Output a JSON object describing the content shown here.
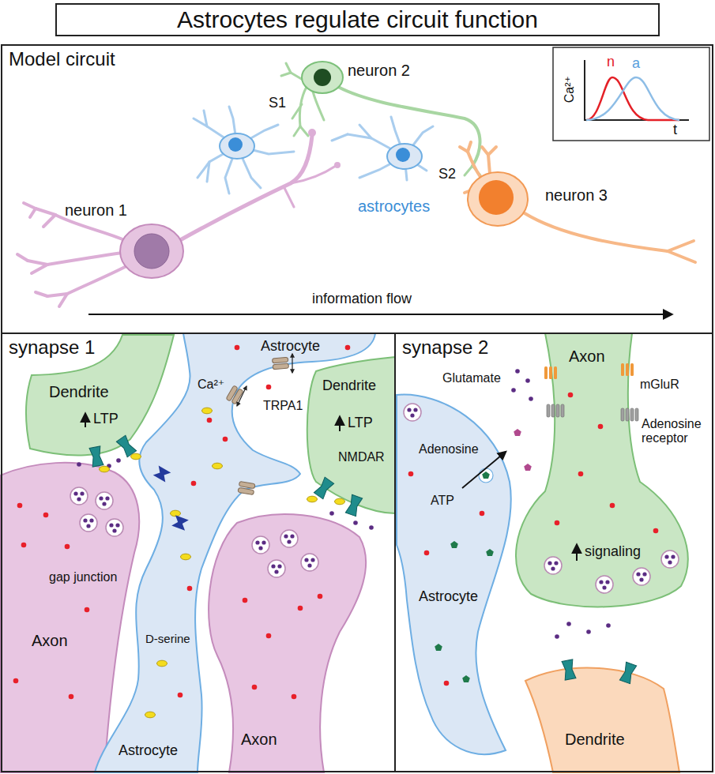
{
  "diagram": {
    "title": "Astrocytes regulate circuit function",
    "nodes": [
      {
        "text": [
          "Model circuit"
        ]
      },
      {
        "text": [
          "synapse 1"
        ]
      },
      {
        "text": [
          "synapse 2"
        ]
      }
    ],
    "labels": [
      "neuron 2",
      "S1",
      "neuron 1",
      "astrocytes",
      "S2",
      "neuron 3",
      "n",
      "a",
      "Ca²⁺",
      "t",
      "information flow",
      "Dendrite",
      "LTP",
      "Astrocyte",
      "Ca²⁺",
      "TRPA1",
      "Dendrite",
      "LTP",
      "NMDAR",
      "Axon",
      "gap junction",
      "D-serine",
      "Axon",
      "Astrocyte",
      "Axon",
      "Glutamate",
      "mGluR",
      "Adenosine",
      "Adenosine receptor",
      "ATP",
      "signaling",
      "Astrocyte",
      "Dendrite"
    ]
  }
}
